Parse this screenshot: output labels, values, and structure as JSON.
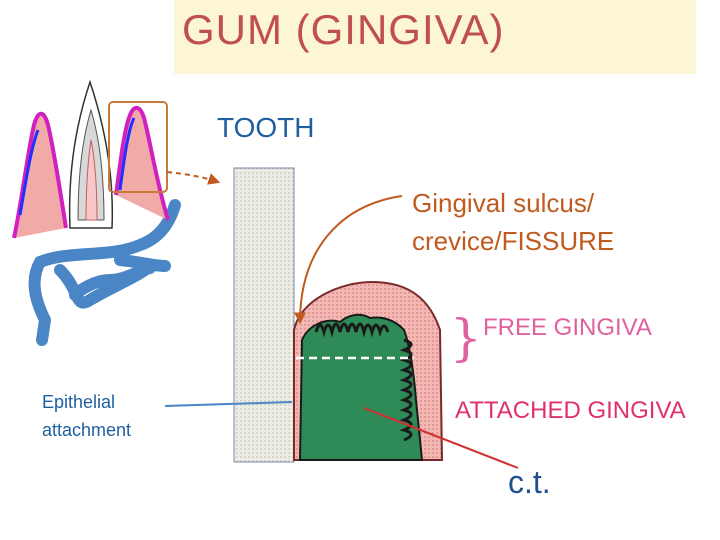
{
  "title": "GUM (GINGIVA)",
  "labels": {
    "tooth": "TOOTH",
    "sulcus_line1": "Gingival sulcus/",
    "sulcus_line2": "crevice/FISSURE",
    "free_gingiva": "FREE GINGIVA",
    "attached_gingiva": "ATTACHED GINGIVA",
    "connective_tissue": "c.t.",
    "epithelial_line1": "Epithelial",
    "epithelial_line2": "attachment"
  },
  "colors": {
    "title_text": "#c0504d",
    "title_box": "#fdf6d5",
    "tooth_label": "#1f5f9f",
    "sulcus_label": "#c05a1f",
    "free_label": "#e060a0",
    "attached_label": "#e0306f",
    "gum_pink": "#f2aaa8",
    "connective_green": "#2e8b57",
    "bone_blue": "#4a86c5",
    "epithelium_magenta": "#d020c0"
  },
  "icons": [
    "curly-brace-icon",
    "arrow-icon"
  ]
}
